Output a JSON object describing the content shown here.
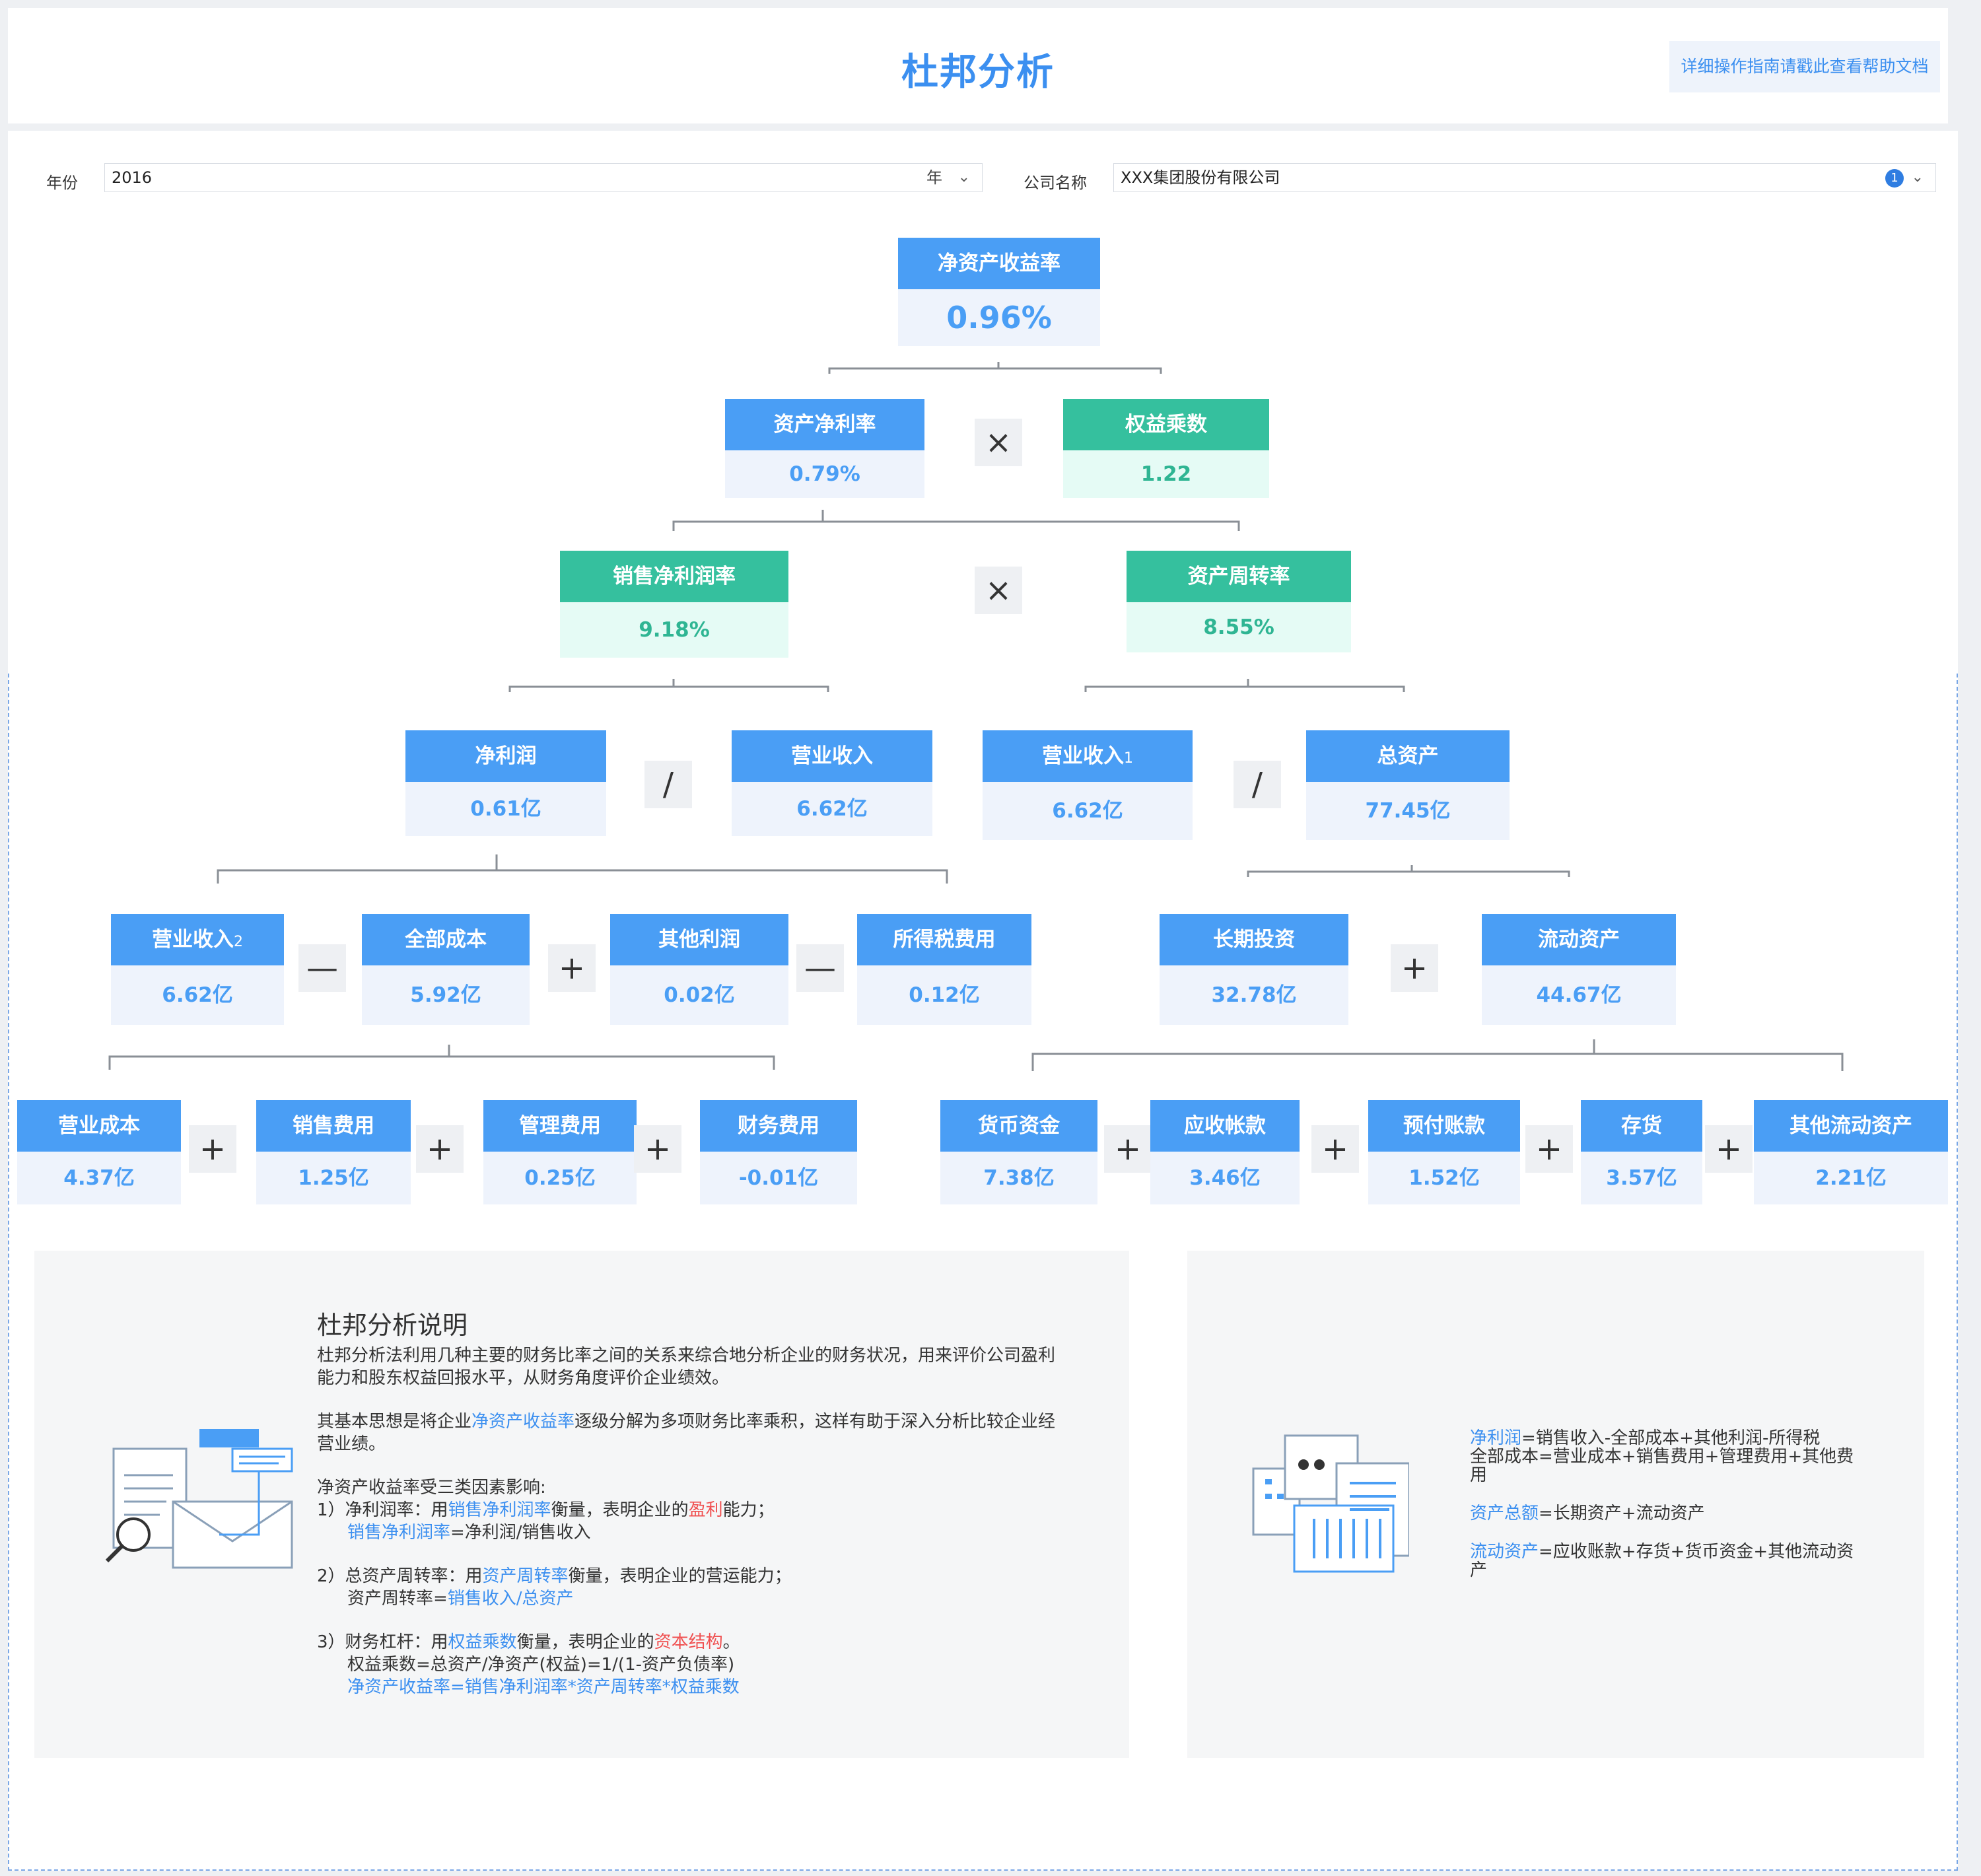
{
  "header": {
    "title": "杜邦分析",
    "help": "详细操作指南请戳此查看帮助文档"
  },
  "filters": {
    "year_label": "年份",
    "year_value": "2016",
    "year_suffix": "年",
    "company_label": "公司名称",
    "company_value": "XXX集团股份有限公司",
    "company_badge": "1"
  },
  "tree": {
    "roe": {
      "label": "净资产收益率",
      "value": "0.96%"
    },
    "roa": {
      "label": "资产净利率",
      "value": "0.79%"
    },
    "em": {
      "label": "权益乘数",
      "value": "1.22"
    },
    "npm": {
      "label": "销售净利润率",
      "value": "9.18%"
    },
    "at": {
      "label": "资产周转率",
      "value": "8.55%"
    },
    "np": {
      "label": "净利润",
      "value": "0.61亿"
    },
    "rev": {
      "label": "营业收入",
      "value": "6.62亿"
    },
    "rev1": {
      "label": "营业收入",
      "sup": "1",
      "value": "6.62亿"
    },
    "ta": {
      "label": "总资产",
      "value": "77.45亿"
    },
    "rev2": {
      "label": "营业收入",
      "sup": "2",
      "value": "6.62亿"
    },
    "tc": {
      "label": "全部成本",
      "value": "5.92亿"
    },
    "op": {
      "label": "其他利润",
      "value": "0.02亿"
    },
    "tax": {
      "label": "所得税费用",
      "value": "0.12亿"
    },
    "lti": {
      "label": "长期投资",
      "value": "32.78亿"
    },
    "ca": {
      "label": "流动资产",
      "value": "44.67亿"
    },
    "oc": {
      "label": "营业成本",
      "value": "4.37亿"
    },
    "se": {
      "label": "销售费用",
      "value": "1.25亿"
    },
    "me": {
      "label": "管理费用",
      "value": "0.25亿"
    },
    "fe": {
      "label": "财务费用",
      "value": "-0.01亿"
    },
    "cash": {
      "label": "货币资金",
      "value": "7.38亿"
    },
    "ar": {
      "label": "应收帐款",
      "value": "3.46亿"
    },
    "pre": {
      "label": "预付账款",
      "value": "1.52亿"
    },
    "inv": {
      "label": "存货",
      "value": "3.57亿"
    },
    "oca": {
      "label": "其他流动资产",
      "value": "2.21亿"
    }
  },
  "ops": {
    "times": "×",
    "divide": "∕",
    "minus": "—",
    "plus": "+"
  },
  "explain": {
    "title": "杜邦分析说明",
    "p1": "杜邦分析法利用几种主要的财务比率之间的关系来综合地分析企业的财务状况，用来评价公司盈利能力和股东权益回报水平，从财务角度评价企业绩效。",
    "p2a": "其基本思想是将企业",
    "p2b": "净资产收益率",
    "p2c": "逐级分解为多项财务比率乘积，这样有助于深入分析比较企业经营业绩。",
    "p3": "净资产收益率受三类因素影响:",
    "i1a": "1）净利润率：用",
    "i1b": "销售净利润率",
    "i1c": "衡量，表明企业的",
    "i1d": "盈利",
    "i1e": "能力；",
    "i1f": "销售净利润率",
    "i1g": "=净利润/销售收入",
    "i2a": "2）总资产周转率：用",
    "i2b": "资产周转率",
    "i2c": "衡量，表明企业的营运能力；",
    "i2d": "资产周转率=",
    "i2e": "销售收入/总资产",
    "i3a": "3）财务杠杆：用",
    "i3b": "权益乘数",
    "i3c": "衡量，表明企业的",
    "i3d": "资本结构",
    "i3e": "。",
    "i3f": "权益乘数=总资产/净资产(权益)=1/(1-资产负债率)",
    "i3g": "净资产收益率=销售净利润率*资产周转率*权益乘数"
  },
  "formulas": {
    "f1a": "净利润",
    "f1b": "=销售收入-全部成本+其他利润-所得税",
    "f1c": "全部成本=营业成本+销售费用+管理费用+其他费用",
    "f2a": "资产总额",
    "f2b": "=长期资产+流动资产",
    "f3a": "流动资产",
    "f3b": "=应收账款+存货+货币资金+其他流动资产"
  },
  "colors": {
    "blue": "#4a9ef5",
    "green": "#35c09e"
  }
}
